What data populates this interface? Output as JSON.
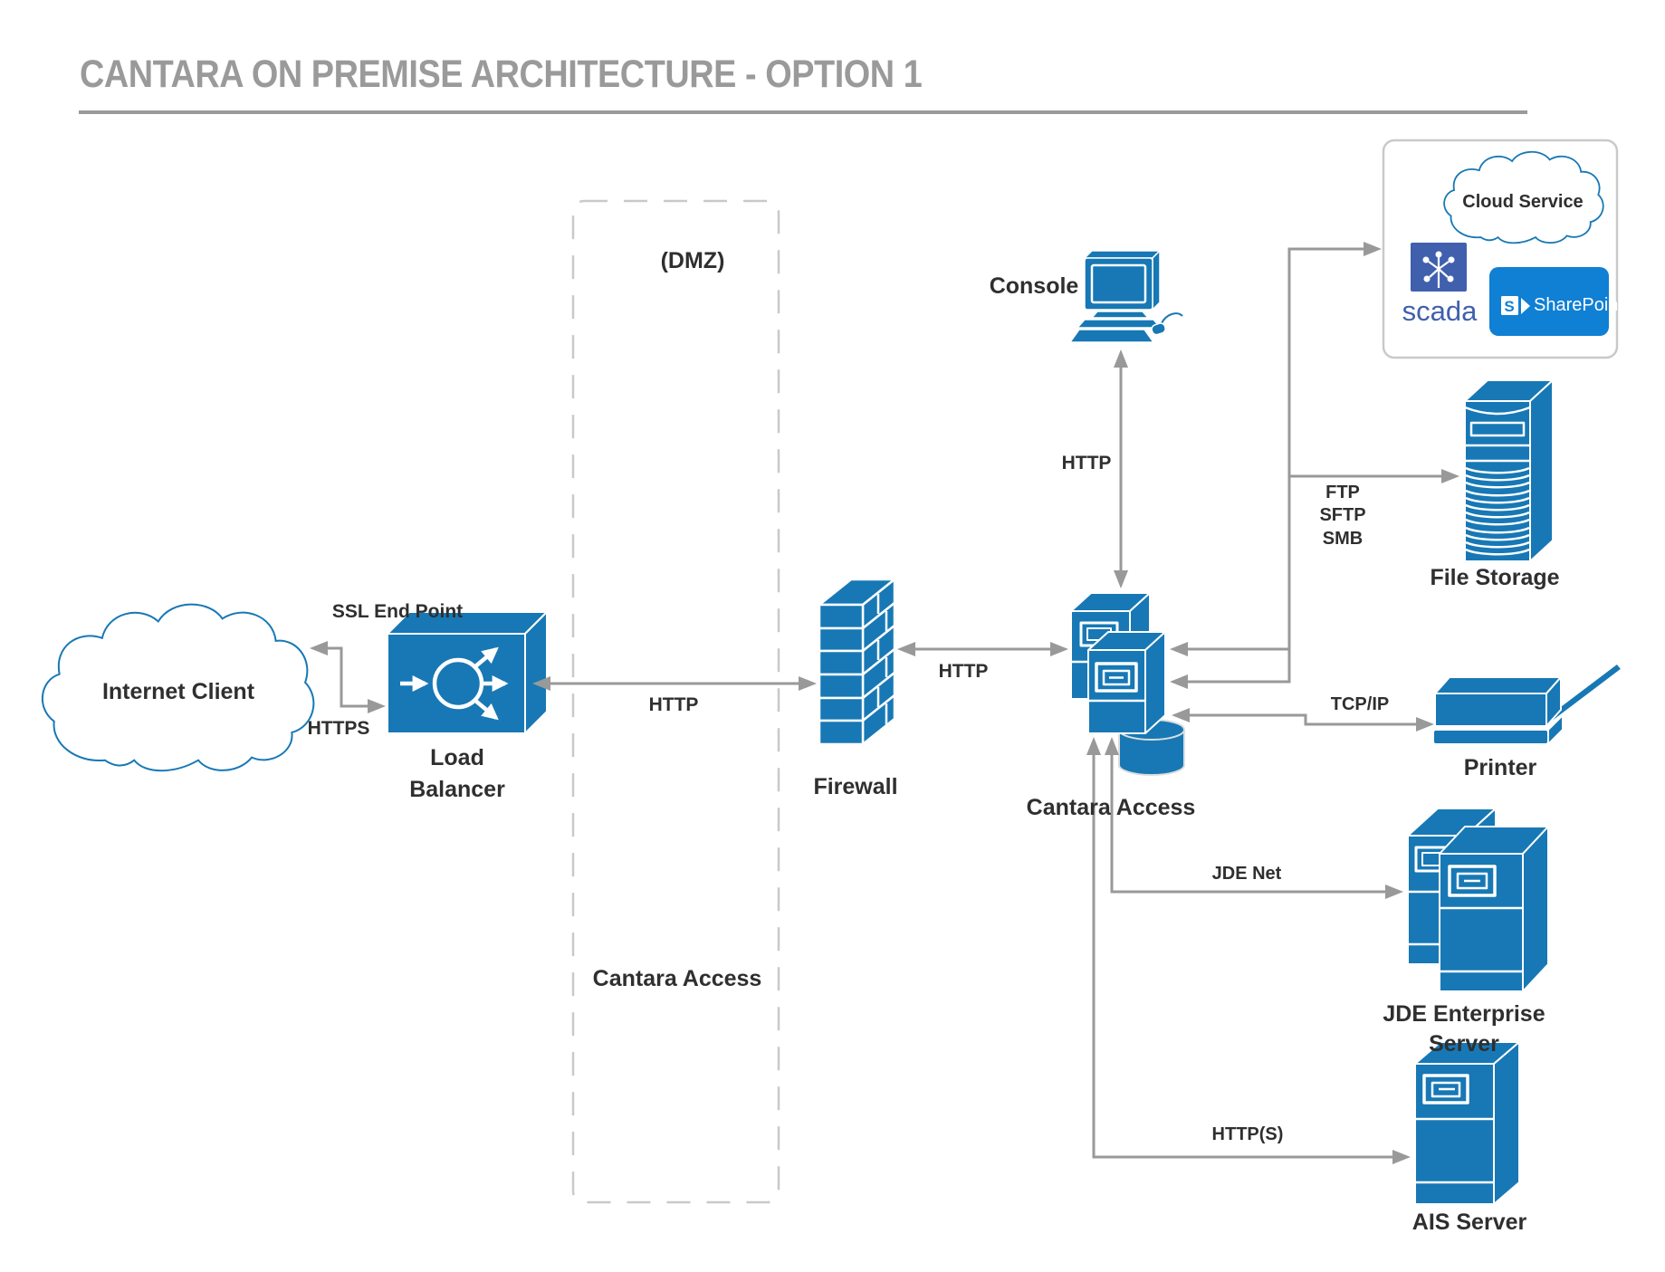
{
  "title": {
    "text": "CANTARA ON PREMISE ARCHITECTURE - OPTION 1"
  },
  "colors": {
    "node_blue": "#1778B5",
    "arrow_gray": "#999999",
    "label_dark": "#2F2F2F",
    "title_gray": "#9A9A9A",
    "border_gray": "#C9C9C9",
    "scada_blue": "#4060AE",
    "sharepoint_blue": "#1080D4"
  },
  "zones": {
    "dmz": {
      "label": "(DMZ)",
      "zone_name": "Cantara Access"
    },
    "cloud_service": {
      "label": "Cloud Service"
    }
  },
  "nodes": {
    "internet_client": "Internet Client",
    "ssl_end_point": "SSL End Point",
    "load_balancer": "Load\nBalancer",
    "firewall": "Firewall",
    "console": "Console",
    "cantara_access": "Cantara Access",
    "scada": "scada",
    "sharepoint_s": "S",
    "sharepoint": "SharePoint",
    "file_storage": "File Storage",
    "printer": "Printer",
    "jde_enterprise_server": "JDE Enterprise Server",
    "ais_server": "AIS Server"
  },
  "connections": {
    "client_to_lb": "HTTPS",
    "lb_to_firewall": "HTTP",
    "firewall_to_cantara": "HTTP",
    "console_to_cantara": "HTTP",
    "cantara_to_file_storage": "FTP\nSFTP\nSMB",
    "cantara_to_printer": "TCP/IP",
    "cantara_to_jde": "JDE Net",
    "cantara_to_ais": "HTTP(S)"
  }
}
